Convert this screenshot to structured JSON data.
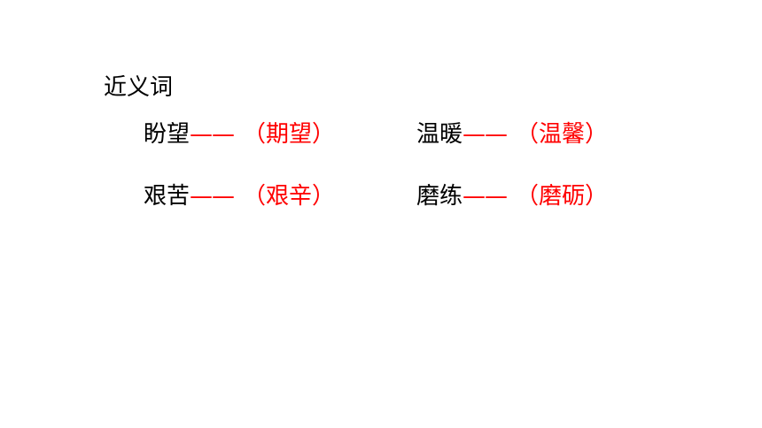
{
  "heading": "近义词",
  "colors": {
    "word": "#000000",
    "synonym": "#ff0000"
  },
  "pairs": [
    {
      "word": "盼望",
      "dash": "——",
      "synonym": "（期望）"
    },
    {
      "word": "温暖",
      "dash": "——",
      "synonym": "（温馨）"
    },
    {
      "word": "艰苦",
      "dash": "——",
      "synonym": "（艰辛）"
    },
    {
      "word": "磨练",
      "dash": "——",
      "synonym": "（磨砺）"
    }
  ]
}
